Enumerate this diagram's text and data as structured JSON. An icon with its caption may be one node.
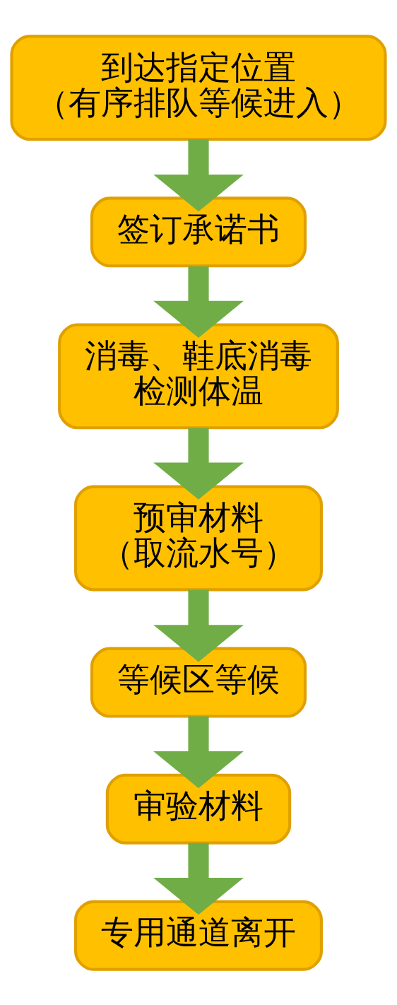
{
  "diagram": {
    "nodes": [
      {
        "text": [
          "到达指定位置",
          "（有序排队等候进入）"
        ]
      },
      {
        "text": [
          "签订承诺书"
        ]
      },
      {
        "text": [
          "消毒、鞋底消毒",
          "检测体温"
        ]
      },
      {
        "text": [
          "预审材料",
          "（取流水号）"
        ]
      },
      {
        "text": [
          "等候区等候"
        ]
      },
      {
        "text": [
          "审验材料"
        ]
      },
      {
        "text": [
          "专用通道离开"
        ]
      }
    ],
    "edges": [
      {
        "from": 0,
        "to": 1,
        "arrow": "to"
      },
      {
        "from": 1,
        "to": 2,
        "arrow": "to"
      },
      {
        "from": 2,
        "to": 3,
        "arrow": "to"
      },
      {
        "from": 3,
        "to": 4,
        "arrow": "to"
      },
      {
        "from": 4,
        "to": 5,
        "arrow": "to"
      },
      {
        "from": 5,
        "to": 6,
        "arrow": "to"
      }
    ]
  }
}
